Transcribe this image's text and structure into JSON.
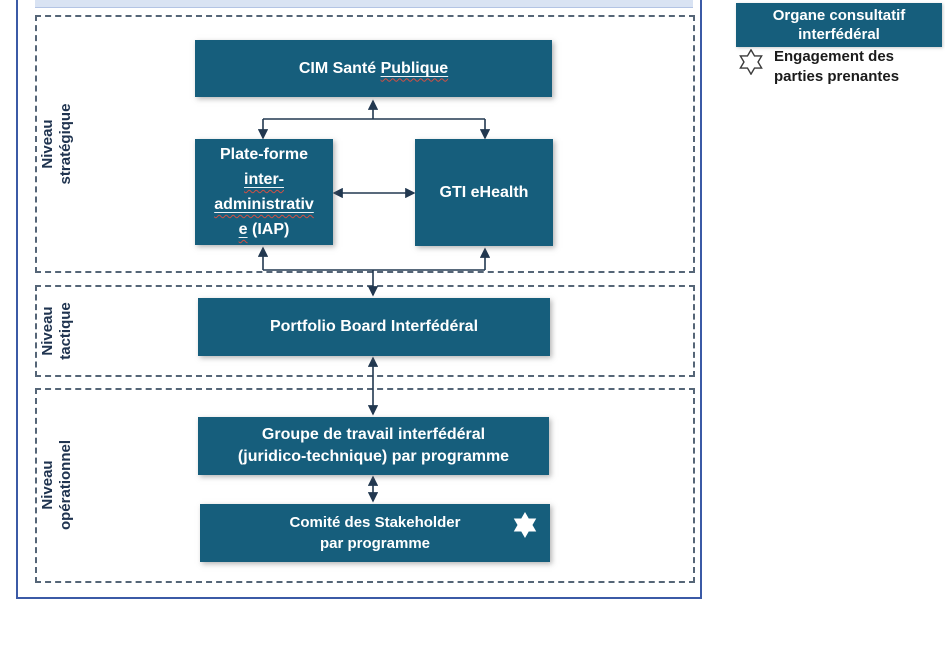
{
  "levels": [
    {
      "id": "strategique",
      "label": [
        "Niveau",
        "stratégique"
      ]
    },
    {
      "id": "tactique",
      "label": [
        "Niveau",
        "tactique"
      ]
    },
    {
      "id": "operationnel",
      "label": [
        "Niveau",
        "opérationnel"
      ]
    }
  ],
  "boxes": {
    "cim": {
      "plain": "CIM Santé ",
      "misspelled": "Publique"
    },
    "plateforme": {
      "line1": "Plate-forme",
      "line2_misspelled": "inter-",
      "line3_misspelled": "administrativ",
      "line4_misspelled": "e",
      "line4_plain": " (IAP)"
    },
    "gti": {
      "label": "GTI eHealth"
    },
    "portfolio": {
      "label": "Portfolio Board Interfédéral"
    },
    "groupe": {
      "lines": [
        "Groupe de travail interfédéral",
        "(juridico-technique) par programme"
      ]
    },
    "comite": {
      "lines": [
        "Comité des Stakeholder",
        "par programme"
      ],
      "star_icon": "six-pointed-star"
    }
  },
  "legend": {
    "organe": {
      "lines": [
        "Organe consultatif",
        "interfédéral"
      ]
    },
    "engagement": {
      "lines": [
        "Engagement des",
        "parties prenantes"
      ],
      "icon": "six-pointed-star-outline"
    }
  },
  "colors": {
    "shape_fill": "#165e7c",
    "shape_text": "#ffffff",
    "frame_border": "#3b5aa6",
    "section_dash": "#556577",
    "arrow": "#223850",
    "level_label_text": "#203450",
    "top_bar_fill": "#d9e3f3",
    "squiggle_red": "#d24f43"
  }
}
